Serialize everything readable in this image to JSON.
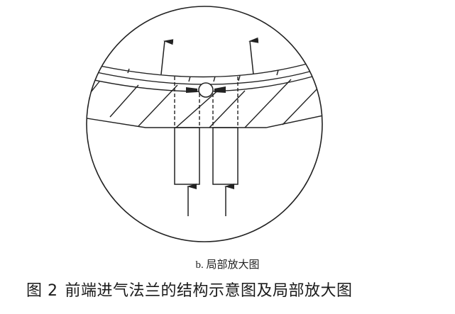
{
  "figure": {
    "subcaption": "b. 局部放大图",
    "caption_label": "图 2",
    "caption_text": "前端进气法兰的结构示意图及局部放大图",
    "line_color": "#222222",
    "background": "#ffffff"
  },
  "diagram": {
    "type": "enlarged cross-section detail",
    "elements": [
      "circular detail boundary",
      "curved outer thin layer (double line)",
      "hatched flange section",
      "sealing ring (small circle) with two inward arrows",
      "two vertical inlet channels (rectangles) with dashed extensions",
      "two upward outlet arrows above the flange",
      "two upward inlet arrows below channels"
    ]
  }
}
